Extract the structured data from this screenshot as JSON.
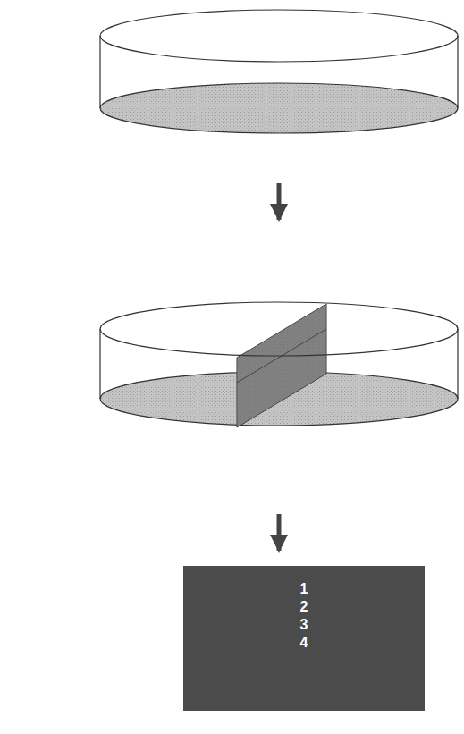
{
  "diagram": {
    "nodes": [
      {
        "text": [
          "1",
          "2",
          "3",
          "4"
        ]
      }
    ]
  }
}
